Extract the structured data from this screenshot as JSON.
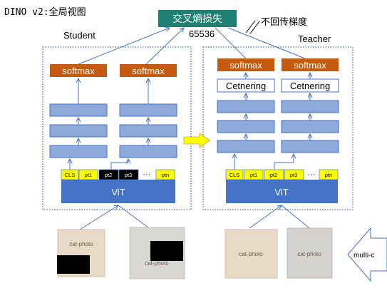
{
  "title": "DINO v2:全局视图",
  "loss_label": "交叉熵损失",
  "dim_label": "65536",
  "no_grad_label": "不回传梯度",
  "student": {
    "label": "Student",
    "softmax_labels": [
      "softmax",
      "softmax"
    ],
    "tokens": [
      "CLS",
      "pt1",
      "pt2",
      "pt3",
      "ptn"
    ],
    "ellipsis": "···",
    "vit_label": "ViT",
    "images": [
      "cat-photo",
      "cat-photo"
    ]
  },
  "teacher": {
    "label": "Teacher",
    "softmax_labels": [
      "softmax",
      "softmax"
    ],
    "centering_labels": [
      "Cetnering",
      "Cetnering"
    ],
    "tokens": [
      "CLS",
      "pt1",
      "pt2",
      "pt3",
      "ptn"
    ],
    "ellipsis": "···",
    "vit_label": "ViT",
    "images": [
      "cat-photo",
      "cat-photo"
    ]
  },
  "multi_crop_label": "multi-c",
  "colors": {
    "loss_fill": "#1f7f72",
    "softmax_fill": "#c55a11",
    "layer_fill": "#8eaadb",
    "layer_stroke": "#4472c4",
    "vit_fill": "#4472c4",
    "token_yellow": "#ffff00",
    "token_black": "#000000",
    "ema_arrow": "#ffff00",
    "dotted_frame": "#4472c4",
    "line": "#4472c4"
  }
}
